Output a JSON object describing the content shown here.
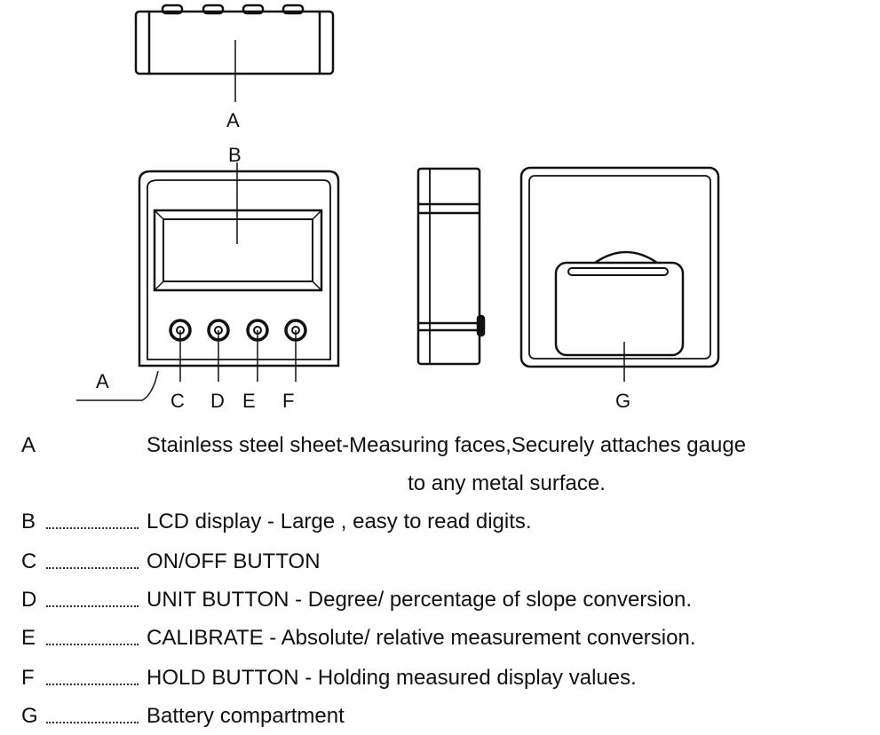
{
  "diagram": {
    "callouts": {
      "a_top": "A",
      "b": "B",
      "a_side": "A",
      "c": "C",
      "d": "D",
      "e": "E",
      "f": "F",
      "g": "G"
    }
  },
  "legend": {
    "items": [
      {
        "letter": "A",
        "text": "Stainless steel sheet-Measuring faces,Securely attaches gauge",
        "text_cont": "to any metal surface."
      },
      {
        "letter": "B",
        "text": "LCD display - Large , easy to read digits."
      },
      {
        "letter": "C",
        "text": "ON/OFF BUTTON"
      },
      {
        "letter": "D",
        "text": "UNIT BUTTON - Degree/ percentage of slope conversion."
      },
      {
        "letter": "E",
        "text": "CALIBRATE - Absolute/ relative measurement conversion."
      },
      {
        "letter": "F",
        "text": "HOLD BUTTON - Holding measured display values."
      },
      {
        "letter": "G",
        "text": "Battery compartment"
      }
    ]
  }
}
